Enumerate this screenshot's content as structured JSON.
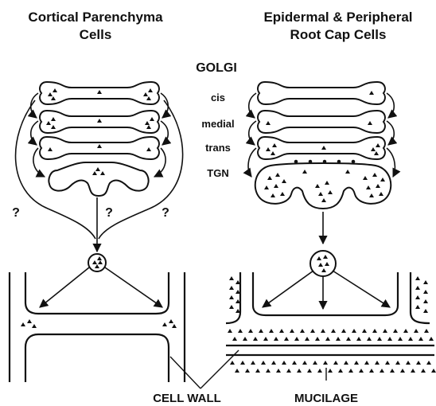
{
  "titles": {
    "left_line1": "Cortical Parenchyma",
    "left_line2": "Cells",
    "right_line1": "Epidermal & Peripheral",
    "right_line2": "Root Cap Cells"
  },
  "golgi": {
    "title": "GOLGI",
    "cisternae": [
      "cis",
      "medial",
      "trans",
      "TGN"
    ]
  },
  "pathway_marks": [
    "?",
    "?",
    "?"
  ],
  "bottom_labels": {
    "cell_wall": "CELL WALL",
    "mucilage": "MUCILAGE"
  },
  "colors": {
    "ink": "#111111",
    "background": "#ffffff"
  }
}
